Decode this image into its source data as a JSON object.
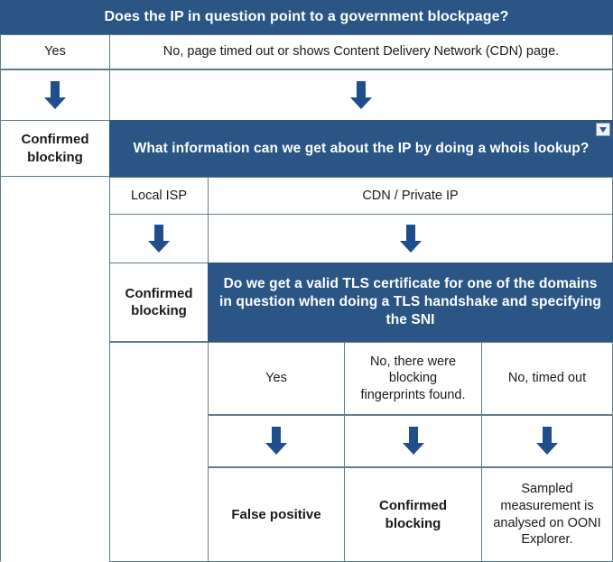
{
  "diagram": {
    "title_banner": "Does the IP in question point to a government blockpage?",
    "row1": {
      "yes": "Yes",
      "no": "No, page timed out or shows Content Delivery Network (CDN) page."
    },
    "arrows_row1": {
      "left_arrow": "down-arrow-icon",
      "right_arrow": "down-arrow-icon"
    },
    "row2": {
      "confirmed_blocking": "Confirmed blocking",
      "whois_banner": "What information can we get about the IP by doing a whois lookup?",
      "dropdown_icon": "chevron-down-icon"
    },
    "row3": {
      "local_isp": "Local ISP",
      "cdn_private_ip": "CDN / Private IP"
    },
    "arrows_row3": {
      "left_arrow": "down-arrow-icon",
      "right_arrow": "down-arrow-icon"
    },
    "row4": {
      "confirmed_blocking": "Confirmed blocking",
      "tls_banner": "Do we get a valid TLS certificate for one of the domains in question when doing a TLS handshake and specifying the SNI"
    },
    "row5": {
      "yes": "Yes",
      "no_fingerprints": "No, there were blocking fingerprints found.",
      "no_timed_out": "No, timed out"
    },
    "arrows_row5": {
      "arrow_1": "down-arrow-icon",
      "arrow_2": "down-arrow-icon",
      "arrow_3": "down-arrow-icon"
    },
    "row6": {
      "false_positive": "False positive",
      "confirmed_blocking": "Confirmed blocking",
      "sampled": "Sampled measurement is analysed on OONI Explorer."
    }
  },
  "colors": {
    "banner_blue": "#2a5584",
    "arrow_blue": "#1f4e8c",
    "border": "#5f7d8c",
    "text": "#1a1a1a",
    "banner_text": "#ffffff"
  }
}
